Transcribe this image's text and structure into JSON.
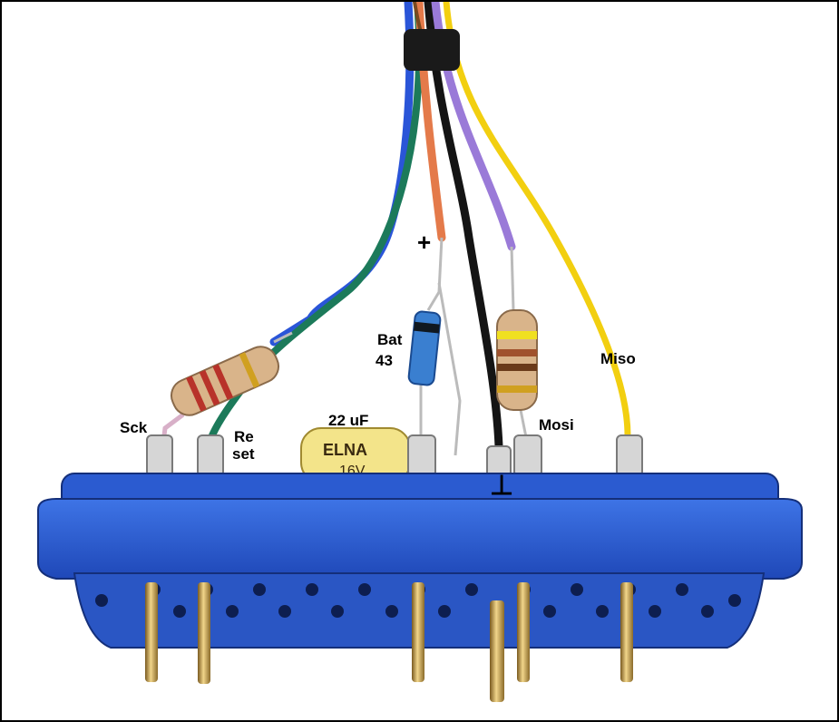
{
  "labels": {
    "sck": "Sck",
    "reset_line1": "Re",
    "reset_line2": "set",
    "capacitor": "22 uF",
    "diode_line1": "Bat",
    "diode_line2": "43",
    "mosi": "Mosi",
    "miso": "Miso",
    "plus": "+",
    "ground": "⊥"
  },
  "capacitor_print": {
    "brand": "ELNA",
    "voltage": "16V"
  },
  "colors": {
    "connector": "#2f62d6",
    "wire_blue": "#2a55d8",
    "wire_green": "#1c7a5a",
    "wire_orange": "#e47a4a",
    "wire_black": "#141414",
    "wire_purple": "#9a7ad8",
    "wire_yellow": "#f2cf10",
    "resistor_body": "#d9b48a",
    "capacitor_body": "#f3e48a",
    "diode_body": "#3a7fd0",
    "pin_gold": "#c9a55a"
  }
}
